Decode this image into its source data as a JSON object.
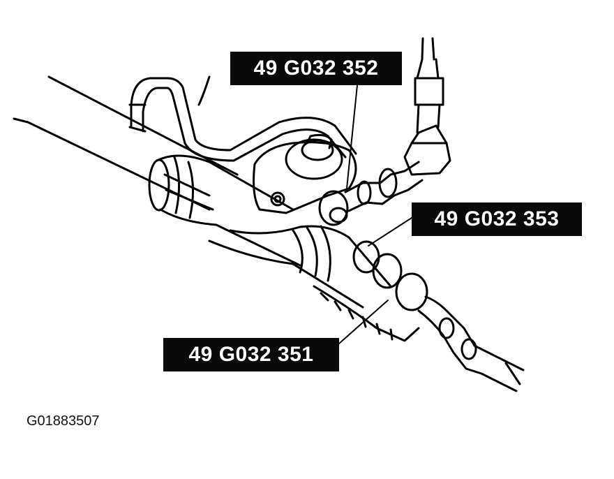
{
  "callouts": {
    "tool_352": "49 G032 352",
    "tool_353": "49 G032 353",
    "tool_351": "49 G032 351"
  },
  "figure_code": "G01883507",
  "colors": {
    "ink": "#000000",
    "label_bg": "#0a0a0a",
    "label_text": "#ffffff",
    "paper": "#ffffff"
  }
}
